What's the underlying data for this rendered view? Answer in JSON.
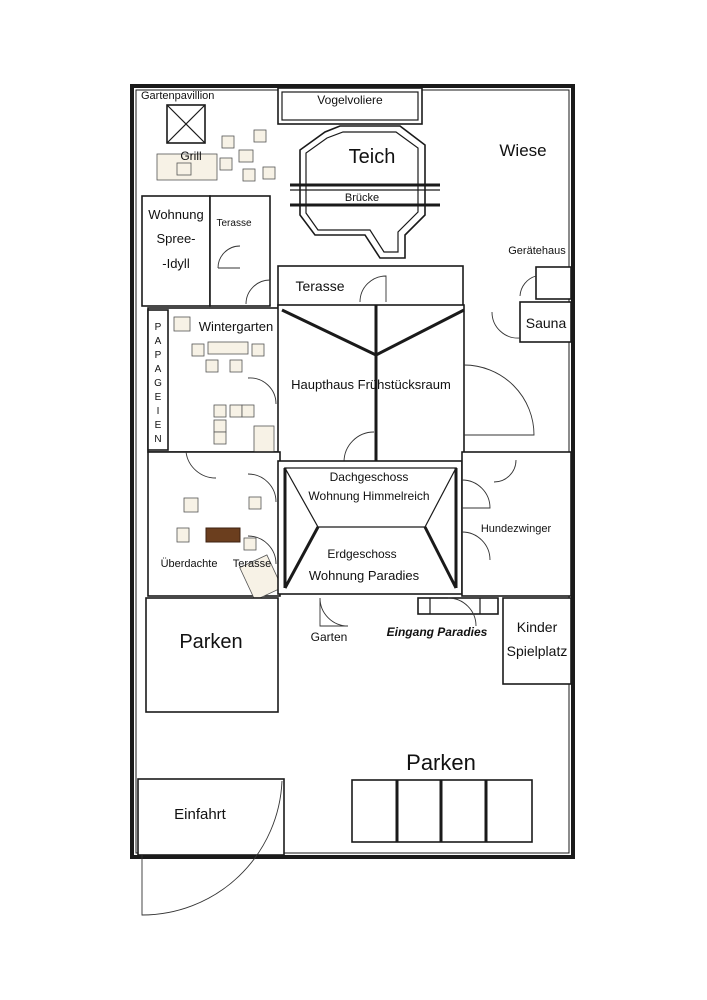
{
  "labels": {
    "gartenpavillion": "Gartenpavillion",
    "vogelvoliere": "Vogelvoliere",
    "teich": "Teich",
    "wiese": "Wiese",
    "grill": "Grill",
    "bruecke": "Brücke",
    "wohnung_spree_1": "Wohnung",
    "wohnung_spree_2": "Spree-",
    "wohnung_spree_3": "-Idyll",
    "terasse_small": "Terasse",
    "geraetehaus": "Gerätehaus",
    "terasse_main": "Terasse",
    "sauna": "Sauna",
    "wintergarten": "Wintergarten",
    "papageien": [
      "P",
      "A",
      "P",
      "A",
      "G",
      "E",
      "I",
      "E",
      "N"
    ],
    "haupthaus": "Haupthaus Frühstücksraum",
    "dach_1": "Dachgeschoss",
    "dach_2": "Wohnung Himmelreich",
    "hundezwinger": "Hundezwinger",
    "erd_1": "Erdgeschoss",
    "erd_2": "Wohnung Paradies",
    "ueberdachte": "Überdachte",
    "terasse_covered": "Terasse",
    "parken_left": "Parken",
    "garten": "Garten",
    "eingang": "Eingang Paradies",
    "kinder_1": "Kinder",
    "kinder_2": "Spielplatz",
    "parken_bottom": "Parken",
    "einfahrt": "Einfahrt"
  }
}
